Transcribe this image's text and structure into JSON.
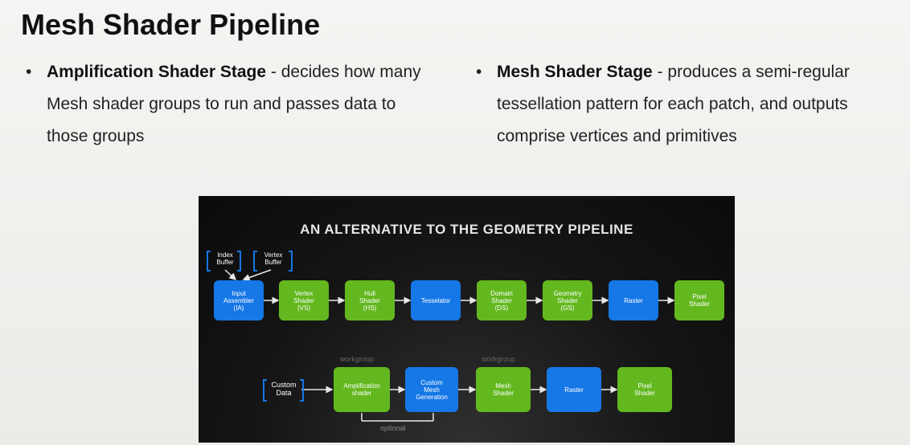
{
  "slide": {
    "title": "Mesh Shader Pipeline",
    "bullets": [
      {
        "term": "Amplification Shader Stage",
        "text": " - decides how many Mesh shader groups to run and passes data to those groups"
      },
      {
        "term": "Mesh Shader Stage",
        "text": " - produces a semi-regular tessellation pattern for each patch,  and outputs comprise vertices and primitives"
      }
    ]
  },
  "diagram": {
    "title": "AN ALTERNATIVE TO THE GEOMETRY PIPELINE",
    "buffers": [
      "Index\nBuffer",
      "Vertex\nBuffer"
    ],
    "top_row": [
      {
        "label": "Input\nAssembler\n(IA)",
        "color": "blue"
      },
      {
        "label": "Vertex\nShader\n(VS)",
        "color": "green"
      },
      {
        "label": "Hull\nShader\n(HS)",
        "color": "green"
      },
      {
        "label": "Tesselator",
        "color": "blue"
      },
      {
        "label": "Domain\nShader\n(DS)",
        "color": "green"
      },
      {
        "label": "Geometry\nShader\n(GS)",
        "color": "green"
      },
      {
        "label": "Raster",
        "color": "blue"
      },
      {
        "label": "Pixel\nShader",
        "color": "green"
      }
    ],
    "custom_data": "Custom\nData",
    "bottom_row": [
      {
        "label": "Amplification\nshader",
        "color": "green"
      },
      {
        "label": "Custom\nMesh\nGeneration",
        "color": "blue"
      },
      {
        "label": "Mesh\nShader",
        "color": "green"
      },
      {
        "label": "Raster",
        "color": "blue"
      },
      {
        "label": "Pixel\nShader",
        "color": "green"
      }
    ],
    "workgroup_label": "workgroup",
    "optional_label": "optional",
    "colors": {
      "blue": "#1677e6",
      "green": "#63b81f"
    }
  }
}
